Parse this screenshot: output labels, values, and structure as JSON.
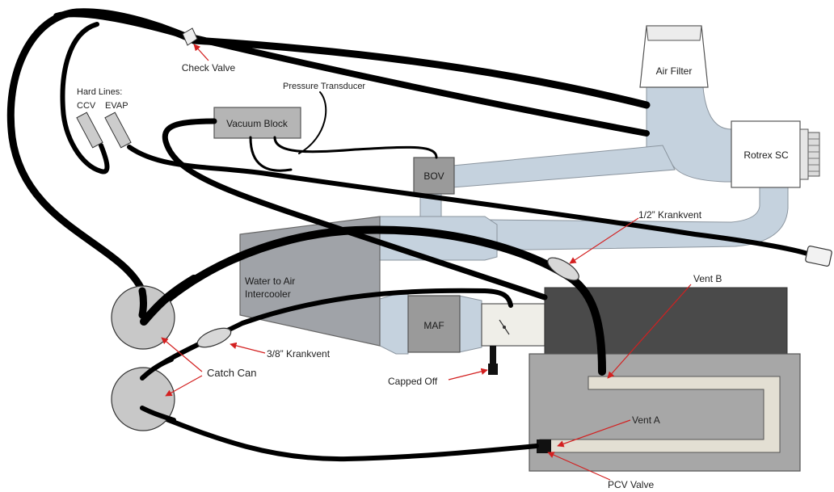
{
  "labels": {
    "check_valve": "Check Valve",
    "hard_lines": "Hard Lines:",
    "ccv": "CCV",
    "evap": "EVAP",
    "pressure_transducer": "Pressure Transducer",
    "vacuum_block": "Vacuum Block",
    "air_filter": "Air Filter",
    "rotrex_sc": "Rotrex SC",
    "bov": "BOV",
    "krankvent_half": "1/2” Krankvent",
    "water_to_air_line1": "Water to Air",
    "water_to_air_line2": "Intercooler",
    "maf": "MAF",
    "vent_b": "Vent B",
    "krankvent_38": "3/8” Krankvent",
    "catch_can": "Catch Can",
    "capped_off": "Capped Off",
    "vent_a": "Vent A",
    "pcv_valve": "PCV Valve"
  },
  "colors": {
    "hose": "#000000",
    "intake_pipe": "#c5d2de",
    "pipe_edge": "#8a949e",
    "intercooler": "#a0a3a8",
    "box_gray": "#b0b0b0",
    "catch_can": "#c8c8c8",
    "valve_cover": "#4a4a4a",
    "engine_block": "#a7a7a7",
    "baffle": "#e3dfd3",
    "arrow": "#d32020",
    "throttle_body": "#efeee8"
  }
}
